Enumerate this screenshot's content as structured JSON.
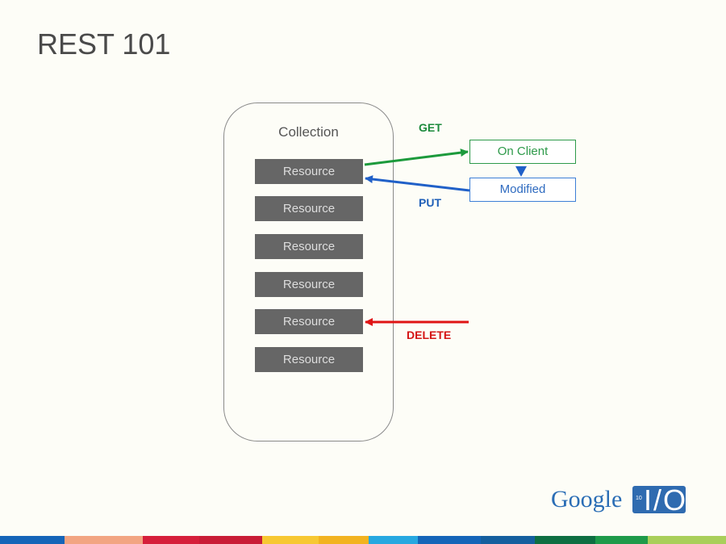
{
  "slide": {
    "title": "REST 101"
  },
  "diagram": {
    "collection_label": "Collection",
    "resources": [
      "Resource",
      "Resource",
      "Resource",
      "Resource",
      "Resource",
      "Resource"
    ],
    "client_boxes": {
      "on_client": "On Client",
      "modified": "Modified"
    },
    "verbs": {
      "get": "GET",
      "put": "PUT",
      "delete": "DELETE"
    },
    "colors": {
      "get": "#1c8a3c",
      "put": "#2060b8",
      "delete": "#d41414",
      "resource_fill": "#666666"
    }
  },
  "logo": {
    "google": "Google",
    "io": "I/O",
    "year": "10"
  },
  "footer": {
    "stripe_colors": [
      "#1565b8",
      "#f2a582",
      "#d61f3b",
      "#d61f3b",
      "#f7c832",
      "#f2b320",
      "#27a8e0",
      "#1565b8",
      "#155f9e",
      "#0e6e42",
      "#1e9a4a",
      "#a9cf5a"
    ]
  }
}
